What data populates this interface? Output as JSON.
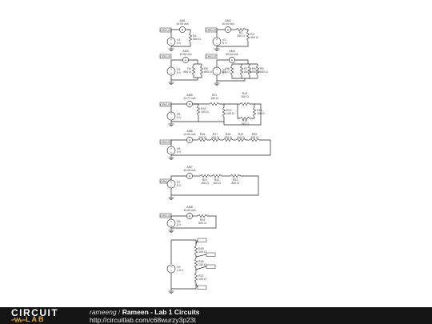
{
  "circuits": [
    {
      "id": "c1",
      "meter": {
        "name": "AM1",
        "reading": "10.00 mA"
      },
      "source": {
        "name": "V1",
        "value": "5 V"
      },
      "resistors": [
        {
          "name": "R1",
          "value": "500 Ω"
        }
      ]
    },
    {
      "id": "c2",
      "meter": {
        "name": "AM2",
        "reading": "10.00 mA"
      },
      "source": {
        "name": "V2",
        "value": "5 V"
      },
      "resistors": [
        {
          "name": "R2",
          "value": "100 Ω"
        },
        {
          "name": "R3",
          "value": "400 Ω"
        }
      ]
    },
    {
      "id": "c3",
      "meter": {
        "name": "AM3",
        "reading": "12.50 mA"
      },
      "source": {
        "name": "V3",
        "value": "5 V"
      },
      "resistors": [
        {
          "name": "R4",
          "value": "800 Ω"
        },
        {
          "name": "R5",
          "value": "800 Ω"
        }
      ]
    },
    {
      "id": "c4",
      "meter": {
        "name": "AM4",
        "reading": "40.00 mA"
      },
      "source": {
        "name": "V4",
        "value": "5 V"
      },
      "resistors": [
        {
          "name": "R6",
          "value": "500 Ω"
        },
        {
          "name": "R7",
          "value": "500 Ω"
        },
        {
          "name": "R8",
          "value": "500 Ω"
        },
        {
          "name": "R9",
          "value": "500 Ω"
        }
      ]
    },
    {
      "id": "c5",
      "meter": {
        "name": "AM5",
        "reading": "12.77 mA"
      },
      "source": {
        "name": "V5",
        "value": "5 V"
      },
      "resistors": [
        {
          "name": "R10",
          "value": "100 Ω"
        },
        {
          "name": "R11",
          "value": "100 Ω"
        },
        {
          "name": "R12",
          "value": "100 Ω"
        },
        {
          "name": "R13",
          "value": "100 Ω"
        },
        {
          "name": "R14",
          "value": "100 Ω"
        },
        {
          "name": "R15",
          "value": "100 Ω"
        }
      ]
    },
    {
      "id": "c6",
      "meter": {
        "name": "AM6",
        "reading": "10.00 mA"
      },
      "source": {
        "name": "V6",
        "value": "5 V"
      },
      "resistors": [
        {
          "name": "R16",
          "value": "100 Ω"
        },
        {
          "name": "R17",
          "value": "100 Ω"
        },
        {
          "name": "R18",
          "value": "100 Ω"
        },
        {
          "name": "R19",
          "value": "100 Ω"
        },
        {
          "name": "R20",
          "value": "100 Ω"
        }
      ]
    },
    {
      "id": "c7",
      "meter": {
        "name": "AM7",
        "reading": "10.00 mA"
      },
      "source": {
        "name": "V7",
        "value": "5 V"
      },
      "resistors": [
        {
          "name": "R21",
          "value": "100 Ω"
        },
        {
          "name": "R22",
          "value": "100 Ω"
        },
        {
          "name": "R23",
          "value": "300 Ω"
        }
      ]
    },
    {
      "id": "c8",
      "meter": {
        "name": "AM8",
        "reading": "10.00 mA"
      },
      "source": {
        "name": "V8",
        "value": "5 V"
      },
      "resistors": [
        {
          "name": "R24",
          "value": "500 Ω"
        }
      ]
    },
    {
      "id": "c9",
      "source": {
        "name": "V9",
        "value": "1.5 V"
      },
      "resistors": [
        {
          "name": "R25",
          "value": "100 Ω"
        },
        {
          "name": "R26",
          "value": "100 Ω"
        },
        {
          "name": "R27",
          "value": "100 Ω"
        }
      ]
    }
  ],
  "circuit_tag": "CIRCUIT",
  "footer": {
    "logo_top": "CIRCUIT",
    "logo_bottom": "LAB",
    "author": "rameeng",
    "separator": "/",
    "title": "Rameen - Lab 1 Circuits",
    "url": "http://circuitlab.com/c68wurzy3p23t"
  }
}
